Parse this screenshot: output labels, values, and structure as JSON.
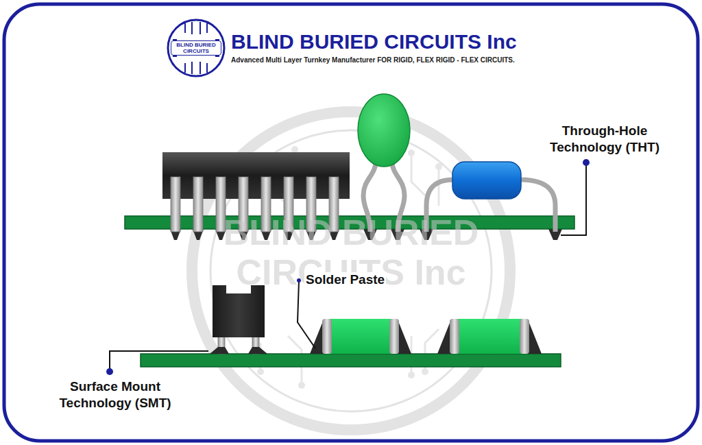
{
  "diagram": {
    "title": "BLIND BURIED CIRCUITS Inc",
    "nodes": [
      {
        "text": [
          "BLIND BURIED CIRCUITS"
        ]
      }
    ],
    "labels": [
      "Advanced Multi Layer Turnkey Manufacturer FOR RIGID, FLEX RIGID - FLEX CIRCUITS.",
      "BLIND BURIED CIRCUITS Inc",
      "Through-Hole Technology (THT)",
      "Solder Paste",
      "Surface Mount Technology (SMT)"
    ]
  }
}
